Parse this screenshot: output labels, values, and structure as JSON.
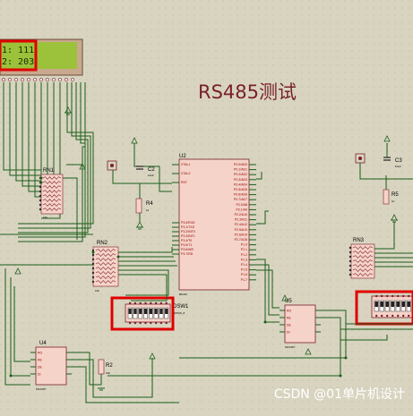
{
  "title": "RS485测试",
  "watermark": "CSDN @01单片机设计",
  "lcd": {
    "line1": "1: 111",
    "line2": "2: 203"
  },
  "components": {
    "u2": {
      "ref": "U2",
      "part": "80C52"
    },
    "u4": {
      "ref": "U4",
      "part": "MAX487"
    },
    "u5": {
      "ref": "U5",
      "part": "MAX487"
    },
    "rn1": {
      "ref": "RN1",
      "value": "10k"
    },
    "rn2": {
      "ref": "RN2",
      "value": "10k"
    },
    "rn3": {
      "ref": "RN3"
    },
    "r2": {
      "ref": "R2",
      "value": "10k"
    },
    "r4": {
      "ref": "R4",
      "value": "1k"
    },
    "r5": {
      "ref": "R5",
      "value": "1k"
    },
    "c2": {
      "ref": "C2",
      "value": "10uF"
    },
    "c3": {
      "ref": "C3",
      "value": "10uF"
    },
    "dsw1": {
      "ref": "DSW1",
      "part": "DIPSW_8"
    }
  },
  "u2_pins_left": [
    "XTAL1",
    "XTAL2",
    "RST",
    "P3.0/RXD",
    "P3.1/TXD",
    "P3.2/INT0",
    "P3.3/INT1",
    "P3.4/T0",
    "P3.5/T1",
    "P3.6/WR",
    "P3.7/RD"
  ],
  "u2_pins_right": [
    "P0.0/AD0",
    "P0.1/AD1",
    "P0.2/AD2",
    "P0.3/AD3",
    "P0.4/AD4",
    "P0.5/AD5",
    "P0.6/AD6",
    "P0.7/AD7",
    "P2.0/A8",
    "P2.1/A9",
    "P2.2/A10",
    "P2.3/A11",
    "P2.4/A12",
    "P2.5/A13",
    "P2.6/A14",
    "P2.7/A15",
    "P1.0",
    "P1.1",
    "P1.2",
    "P1.3",
    "P1.4",
    "P1.5",
    "P1.6",
    "P1.7"
  ],
  "max487_pins": [
    "RO",
    "RE",
    "DE",
    "DI"
  ],
  "colors": {
    "background": "#d8d4c0",
    "lcd_screen": "#9bc23a",
    "highlight": "#e00000",
    "title": "#7a1f2b"
  }
}
